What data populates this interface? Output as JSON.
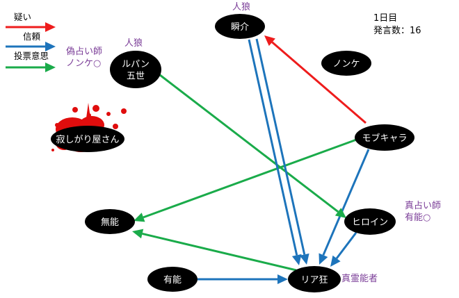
{
  "legend": [
    {
      "key": "doubt",
      "label": "疑い",
      "color": "#ee1c1c"
    },
    {
      "key": "trust",
      "label": "信頼",
      "color": "#1d74bb"
    },
    {
      "key": "vote",
      "label": "投票意思",
      "color": "#1aab4a"
    }
  ],
  "info": {
    "day": "1日目",
    "count": "発言数：16"
  },
  "nodes": [
    {
      "id": "shunsuke",
      "label": "瞬介"
    },
    {
      "id": "lupin",
      "label": "ルパン\n五世"
    },
    {
      "id": "nonke",
      "label": "ノンケ"
    },
    {
      "id": "sabishi",
      "label": "寂しがり屋さん",
      "note": "blood splatter"
    },
    {
      "id": "mobu",
      "label": "モブキャラ"
    },
    {
      "id": "muno",
      "label": "無能"
    },
    {
      "id": "heroin",
      "label": "ヒロイン"
    },
    {
      "id": "yuno",
      "label": "有能"
    },
    {
      "id": "riakyo",
      "label": "リア狂"
    }
  ],
  "annotations": [
    {
      "node": "shunsuke",
      "lines": [
        "人狼"
      ],
      "color": "#7a3c97"
    },
    {
      "node": "lupin",
      "lines": [
        "人狼"
      ],
      "color": "#7a3c97"
    },
    {
      "node": "lupin",
      "lines": [
        "偽占い師",
        "ノンケ○"
      ],
      "color": "#7a3c97"
    },
    {
      "node": "heroin",
      "lines": [
        "真占い師",
        "有能○"
      ],
      "color": "#7a3c97"
    },
    {
      "node": "riakyo",
      "lines": [
        "真霊能者"
      ],
      "color": "#7a3c97"
    }
  ],
  "edges": [
    {
      "from": "mobu",
      "to": "shunsuke",
      "type": "doubt"
    },
    {
      "from": "mobu",
      "to": "muno",
      "type": "vote"
    },
    {
      "from": "mobu",
      "to": "riakyo",
      "type": "trust"
    },
    {
      "from": "lupin",
      "to": "heroin",
      "type": "vote"
    },
    {
      "from": "shunsuke",
      "to": "riakyo",
      "type": "trust"
    },
    {
      "from": "shunsuke",
      "to": "riakyo",
      "type": "trust"
    },
    {
      "from": "heroin",
      "to": "riakyo",
      "type": "trust"
    },
    {
      "from": "yuno",
      "to": "riakyo",
      "type": "trust"
    },
    {
      "from": "riakyo",
      "to": "muno",
      "type": "vote"
    }
  ]
}
